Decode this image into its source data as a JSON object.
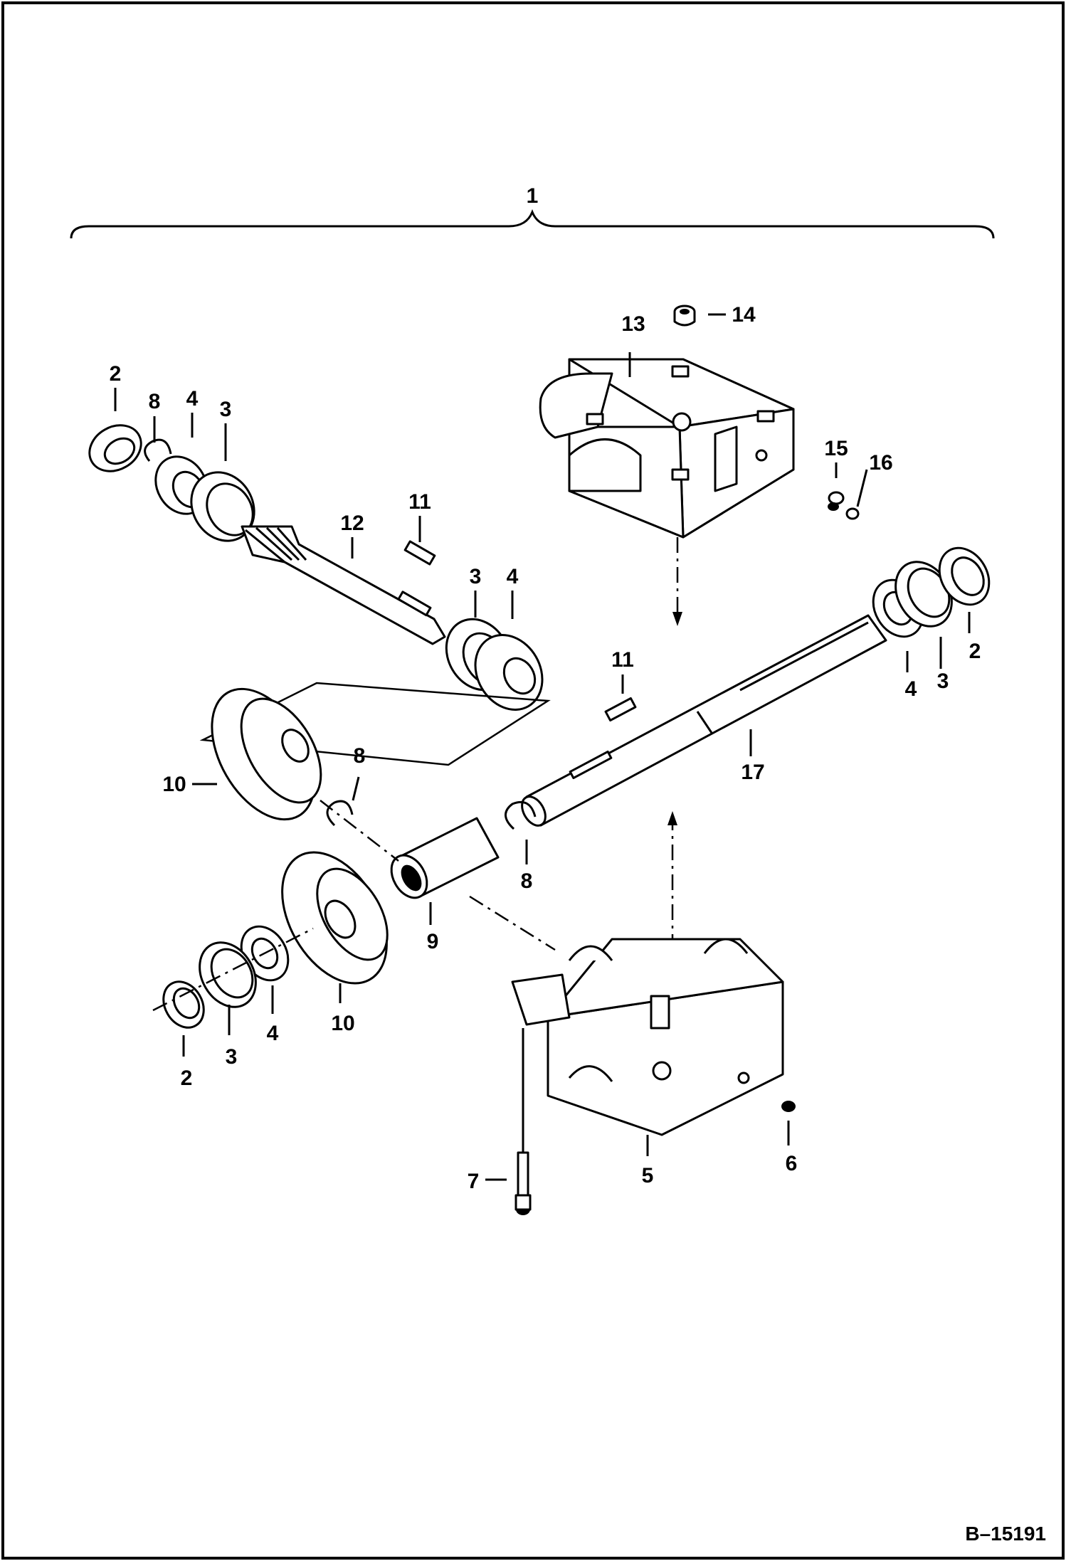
{
  "diagram": {
    "figure_id": "B–15191",
    "assembly_label": "1",
    "callouts": {
      "c2a": "2",
      "c8a": "8",
      "c4a": "4",
      "c3a": "3",
      "c12": "12",
      "c11a": "11",
      "c3b": "3",
      "c4b": "4",
      "c13": "13",
      "c14": "14",
      "c15": "15",
      "c16": "16",
      "c2b": "2",
      "c3c": "3",
      "c4c": "4",
      "c11b": "11",
      "c17": "17",
      "c10a": "10",
      "c8b": "8",
      "c8c": "8",
      "c9": "9",
      "c10b": "10",
      "c4d": "4",
      "c3d": "3",
      "c2c": "2",
      "c5": "5",
      "c6": "6",
      "c7": "7"
    }
  }
}
